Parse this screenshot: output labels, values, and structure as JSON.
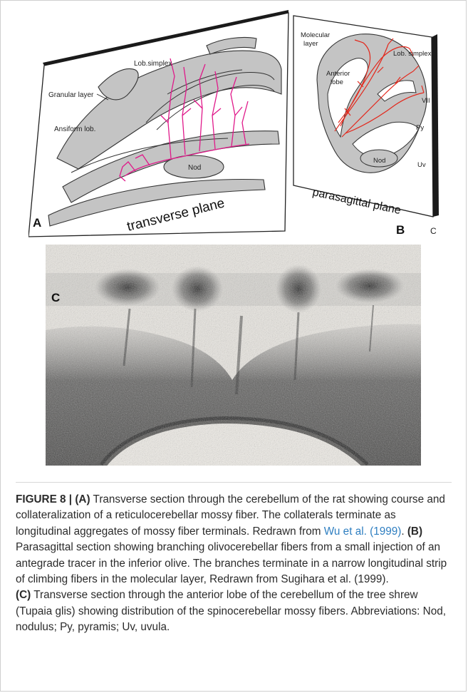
{
  "figure": {
    "panel_a": {
      "letter": "A",
      "plane_label": "transverse plane",
      "labels": {
        "lob_simplex": "Lob.simplex",
        "granular_layer": "Granular layer",
        "ansiform_lob": "Ansiform lob.",
        "nod": "Nod"
      }
    },
    "panel_b": {
      "letter": "B",
      "plane_label": "parasagittal plane",
      "extra_letter": "C",
      "labels": {
        "molecular_layer_1": "Molecular",
        "molecular_layer_2": "layer",
        "lob_simplex": "Lob. simplex",
        "anterior_lobe_1": "Anterior",
        "anterior_lobe_2": "lobe",
        "vii": "VII",
        "py": "Py",
        "nod": "Nod",
        "uv": "Uv"
      }
    },
    "panel_c": {
      "letter": "C"
    },
    "colors": {
      "fiber_a": "#e0198a",
      "fiber_b": "#e3281c",
      "gray_matter": "#c4c4c4"
    }
  },
  "caption": {
    "figure_label": "FIGURE 8 | ",
    "a_tag": "(A)",
    "a_text": " Transverse section through the cerebellum of the rat showing course and collateralization of a reticulocerebellar mossy fiber. The collaterals terminate as longitudinal aggregates of mossy fiber terminals. Redrawn from ",
    "a_ref": "Wu et al. (1999)",
    "a_end": ". ",
    "b_tag": "(B)",
    "b_text": " Parasagittal section showing branching olivocerebellar fibers from a small injection of an antegrade tracer in the inferior olive. The branches terminate in a narrow longitudinal strip of climbing fibers in the molecular layer, Redrawn from Sugihara et al. (1999). ",
    "c_tag": "(C)",
    "c_text": " Transverse section through the anterior lobe of the cerebellum of the tree shrew (Tupaia glis) showing distribution of the spinocerebellar mossy fibers. Abbreviations: Nod, nodulus; Py, pyramis; Uv, uvula."
  }
}
